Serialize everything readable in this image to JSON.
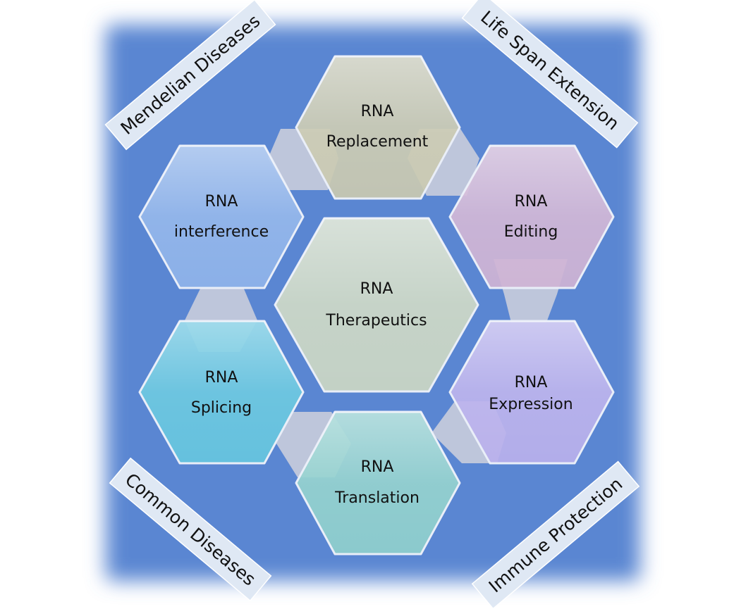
{
  "center": {
    "line1": "RNA",
    "line2": "Therapeutics",
    "color": "#cbd7c4"
  },
  "hexagons": [
    {
      "key": "replacement",
      "line1": "RNA",
      "line2": "Replacement",
      "color": "#c9c9b0"
    },
    {
      "key": "editing",
      "line1": "RNA",
      "line2": "Editing",
      "color": "#cfb4d4"
    },
    {
      "key": "expression",
      "line1": "RNA",
      "line2": "Expression",
      "color": "#b9b0ec"
    },
    {
      "key": "translation",
      "line1": "RNA",
      "line2": "Translation",
      "color": "#8fd0cc"
    },
    {
      "key": "splicing",
      "line1": "RNA",
      "line2": "Splicing",
      "color": "#66c6df"
    },
    {
      "key": "interference",
      "line1": "RNA",
      "line2": "interference",
      "color": "#8fb4ea"
    }
  ],
  "corners": {
    "top_left": "Mendelian Diseases",
    "top_right": "Life Span Extension",
    "bottom_left": "Common Diseases",
    "bottom_right": "Immune Protection"
  },
  "colors": {
    "background": "#5a86d2",
    "connector": "#c9cddc",
    "label_box": "#dfe8f4"
  }
}
